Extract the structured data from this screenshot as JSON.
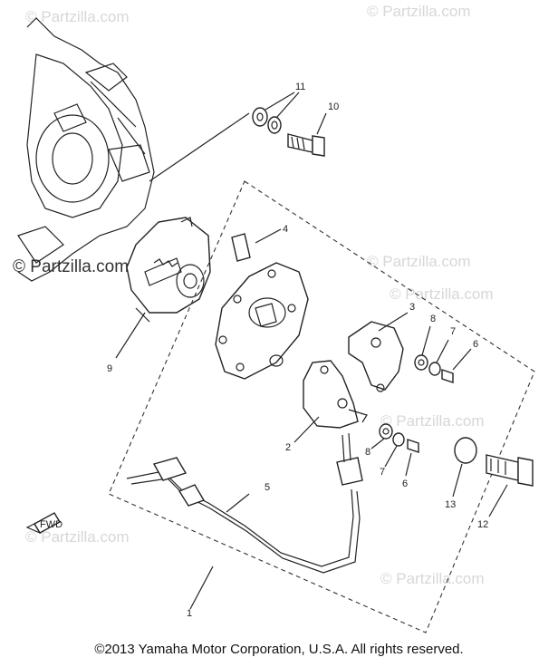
{
  "watermarks": [
    "© Partzilla.com",
    "© Partzilla.com",
    "© Partzilla.com",
    "© Partzilla.com",
    "© Partzilla.com",
    "© Partzilla.com",
    "© Partzilla.com",
    "© Partzilla.com"
  ],
  "callouts": {
    "p1": "1",
    "p2": "2",
    "p3": "3",
    "p4": "4",
    "p5": "5",
    "p6a": "6",
    "p6b": "6",
    "p7a": "7",
    "p7b": "7",
    "p8a": "8",
    "p8b": "8",
    "p9": "9",
    "p10": "10",
    "p11": "11",
    "p12": "12",
    "p13": "13"
  },
  "fwd_label": "FWD",
  "copyright": "©2013 Yamaha Motor Corporation, U.S.A. All rights reserved."
}
